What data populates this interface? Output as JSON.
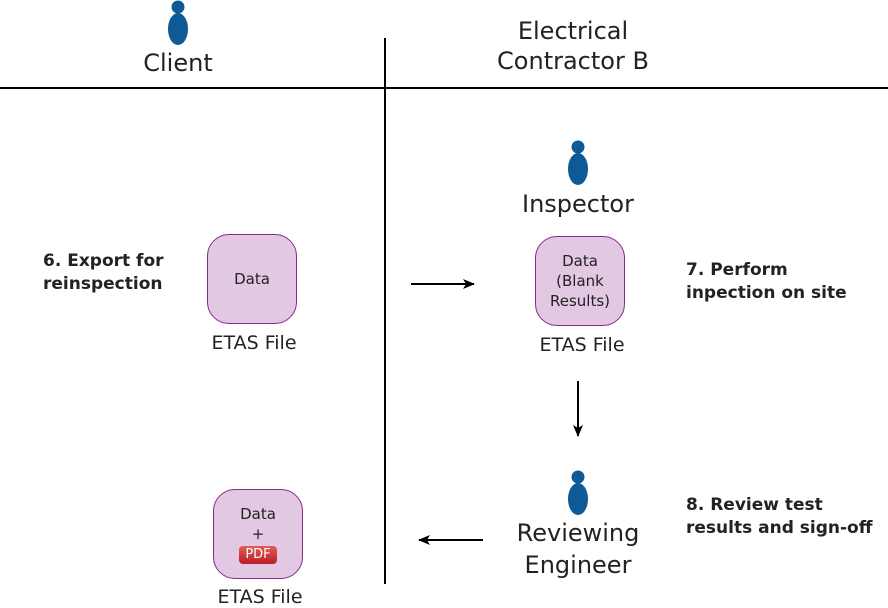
{
  "lanes": {
    "client": {
      "title": "Client"
    },
    "contractor": {
      "title_line1": "Electrical",
      "title_line2": "Contractor B"
    }
  },
  "roles": {
    "inspector": {
      "title": "Inspector"
    },
    "reviewer": {
      "title_line1": "Reviewing",
      "title_line2": "Engineer"
    }
  },
  "steps": {
    "step6": {
      "line1": "6. Export for",
      "line2": "reinspection"
    },
    "step7": {
      "line1": "7. Perform",
      "line2": "inpection on site"
    },
    "step8": {
      "line1": "8. Review test",
      "line2": "results and sign-off"
    }
  },
  "files": {
    "client_export": {
      "content": "Data",
      "caption": "ETAS File"
    },
    "inspector_file": {
      "line1": "Data",
      "line2": "(Blank",
      "line3": "Results)",
      "caption": "ETAS File"
    },
    "final_file": {
      "line1": "Data",
      "line2": "+",
      "badge": "PDF",
      "caption": "ETAS File"
    }
  },
  "colors": {
    "person": "#0d5a96",
    "box_fill": "#e3c8e3",
    "box_border": "#8a2b8a",
    "line": "#000000"
  },
  "icons": {
    "person": "person-icon",
    "arrow": "arrow-icon"
  }
}
